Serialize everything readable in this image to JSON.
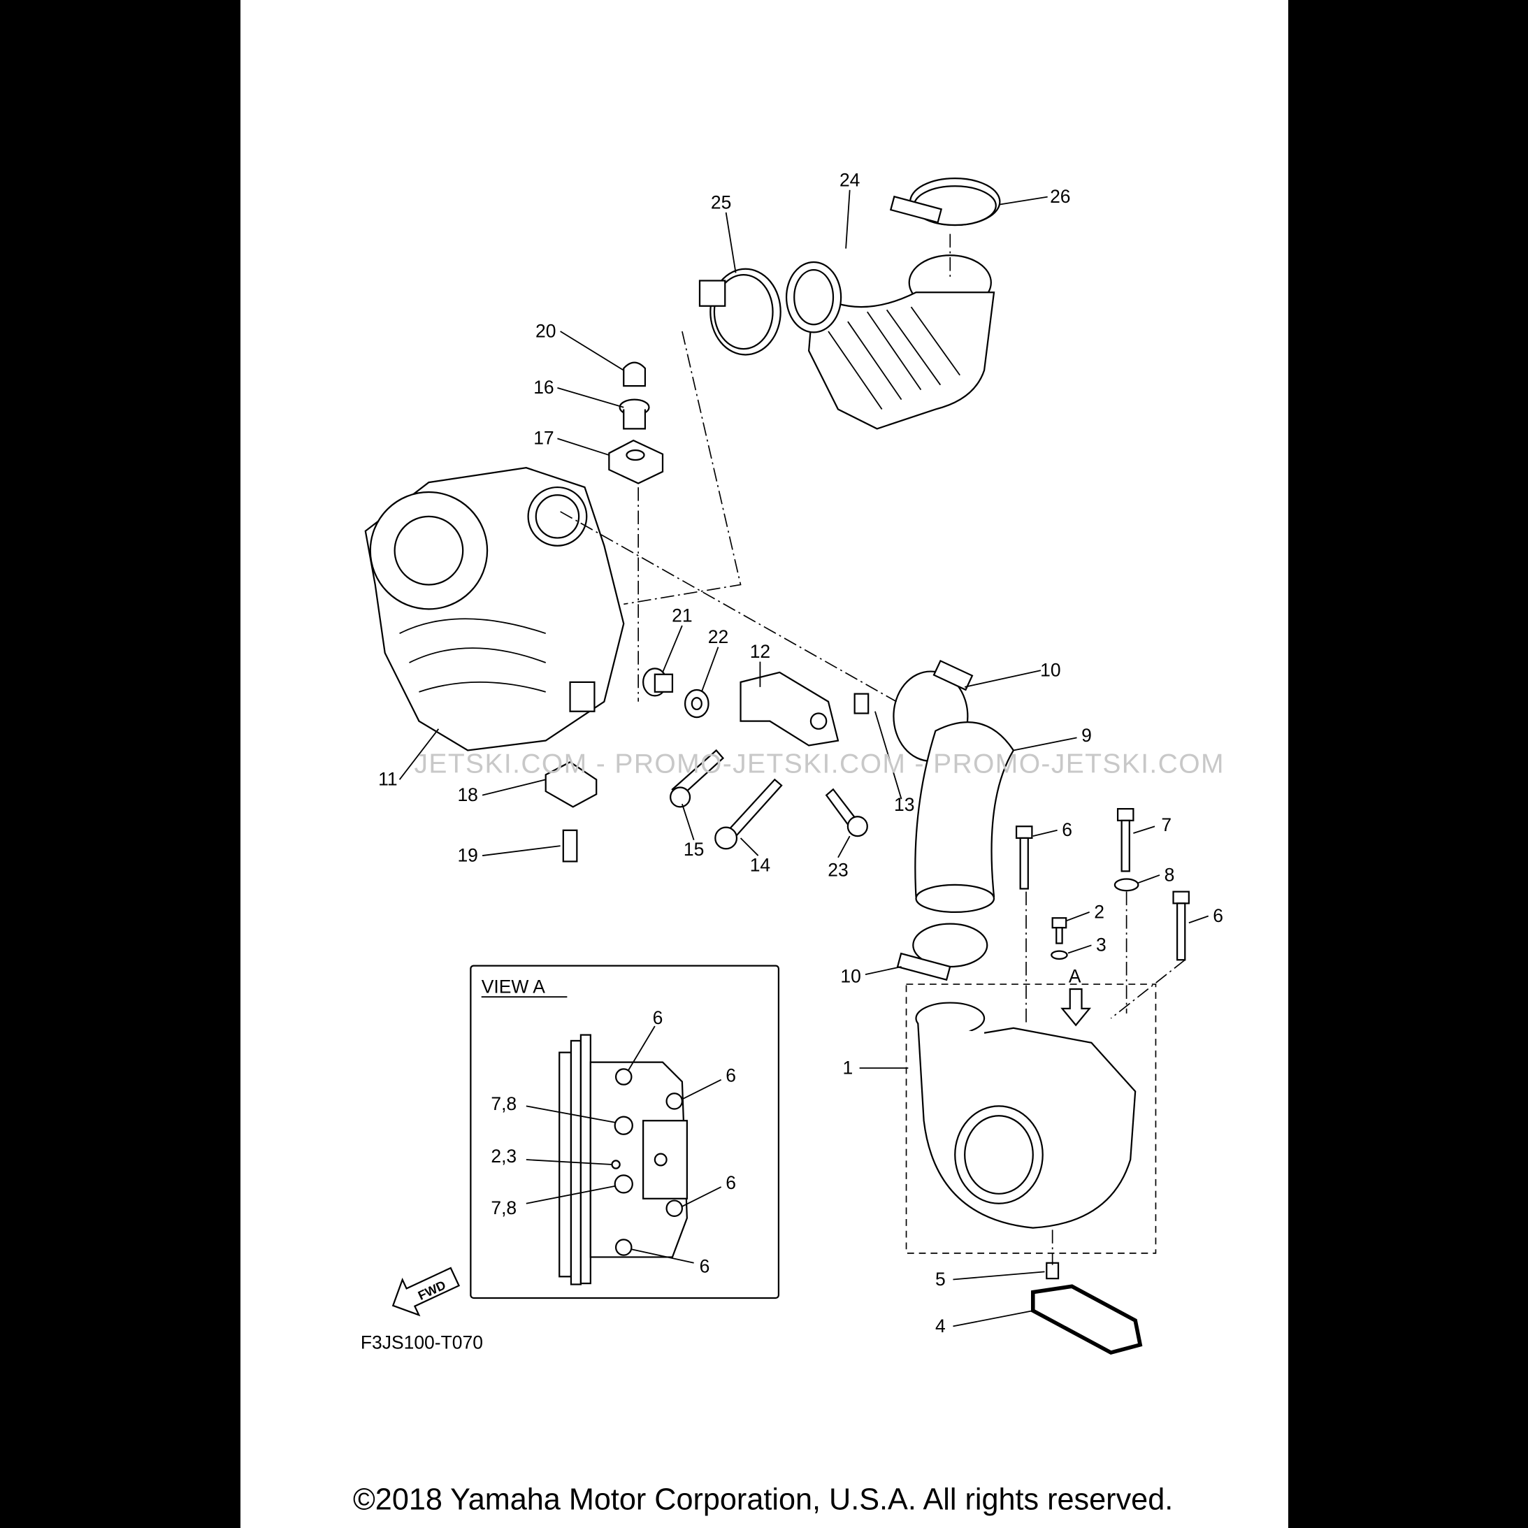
{
  "diagram": {
    "callouts": {
      "c25": "25",
      "c24": "24",
      "c26": "26",
      "c20": "20",
      "c16": "16",
      "c17": "17",
      "c21": "21",
      "c22": "22",
      "c12": "12",
      "c10a": "10",
      "c9": "9",
      "c11": "11",
      "c18": "18",
      "c13": "13",
      "c15": "15",
      "c14": "14",
      "c23": "23",
      "c19": "19",
      "c6a": "6",
      "c7": "7",
      "c8": "8",
      "c2": "2",
      "c3": "3",
      "c6b": "6",
      "c10b": "10",
      "cA": "A",
      "c1": "1",
      "c5": "5",
      "c4": "4"
    },
    "view_a": {
      "title": "VIEW A",
      "labels": {
        "v6a": "6",
        "v6b": "6",
        "v78a": "7,8",
        "v23": "2,3",
        "v78b": "7,8",
        "v6c": "6",
        "v6d": "6"
      }
    },
    "fwd_label": "FWD",
    "drawing_code": "F3JS100-T070",
    "watermark": "JETSKI.COM - PROMO-JETSKI.COM - PROMO-JETSKI.COM",
    "copyright": "©2018 Yamaha Motor Corporation, U.S.A. All rights reserved."
  }
}
